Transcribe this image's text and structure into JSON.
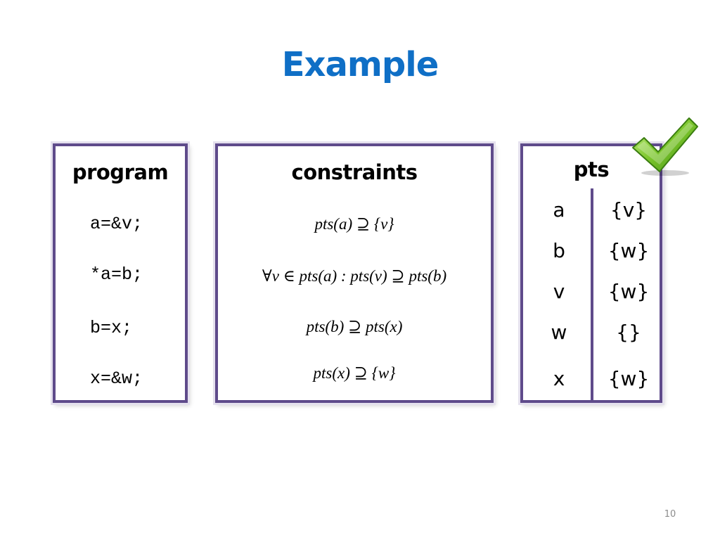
{
  "slide": {
    "title": "Example",
    "page_number": "10"
  },
  "program": {
    "heading": "program",
    "lines": [
      "a=&v;",
      "*a=b;",
      "b=x;",
      "x=&w;"
    ]
  },
  "constraints": {
    "heading": "constraints",
    "items": [
      "pts(a) ⊇ {v}",
      "∀v ∈ pts(a) : pts(v) ⊇ pts(b)",
      "pts(b) ⊇ pts(x)",
      "pts(x) ⊇ {w}"
    ]
  },
  "pts": {
    "heading": "pts",
    "rows": [
      {
        "var": "a",
        "set": "{v}"
      },
      {
        "var": "b",
        "set": "{w}"
      },
      {
        "var": "v",
        "set": "{w}"
      },
      {
        "var": "w",
        "set": "{}"
      },
      {
        "var": "x",
        "set": "{w}"
      }
    ]
  },
  "icons": {
    "check": "checkmark-icon",
    "check_color": "#6bbf1f"
  },
  "colors": {
    "title": "#0f6fc6",
    "box_border": "#5f4b8b"
  }
}
